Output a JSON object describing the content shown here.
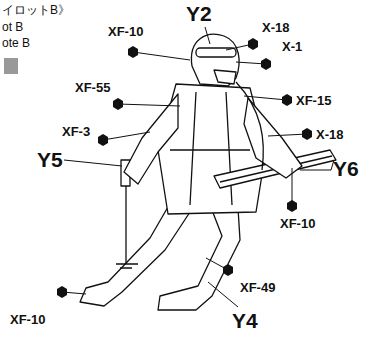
{
  "diagram": {
    "labels": [
      "イロットB》",
      "ot B",
      "ote B",
      "Y2",
      "XF-10",
      "X-18",
      "X-1",
      "XF-55",
      "XF-15",
      "XF-3",
      "X-18",
      "Y5",
      "Y6",
      "XF-10",
      "XF-49",
      "XF-10",
      "Y4"
    ]
  }
}
